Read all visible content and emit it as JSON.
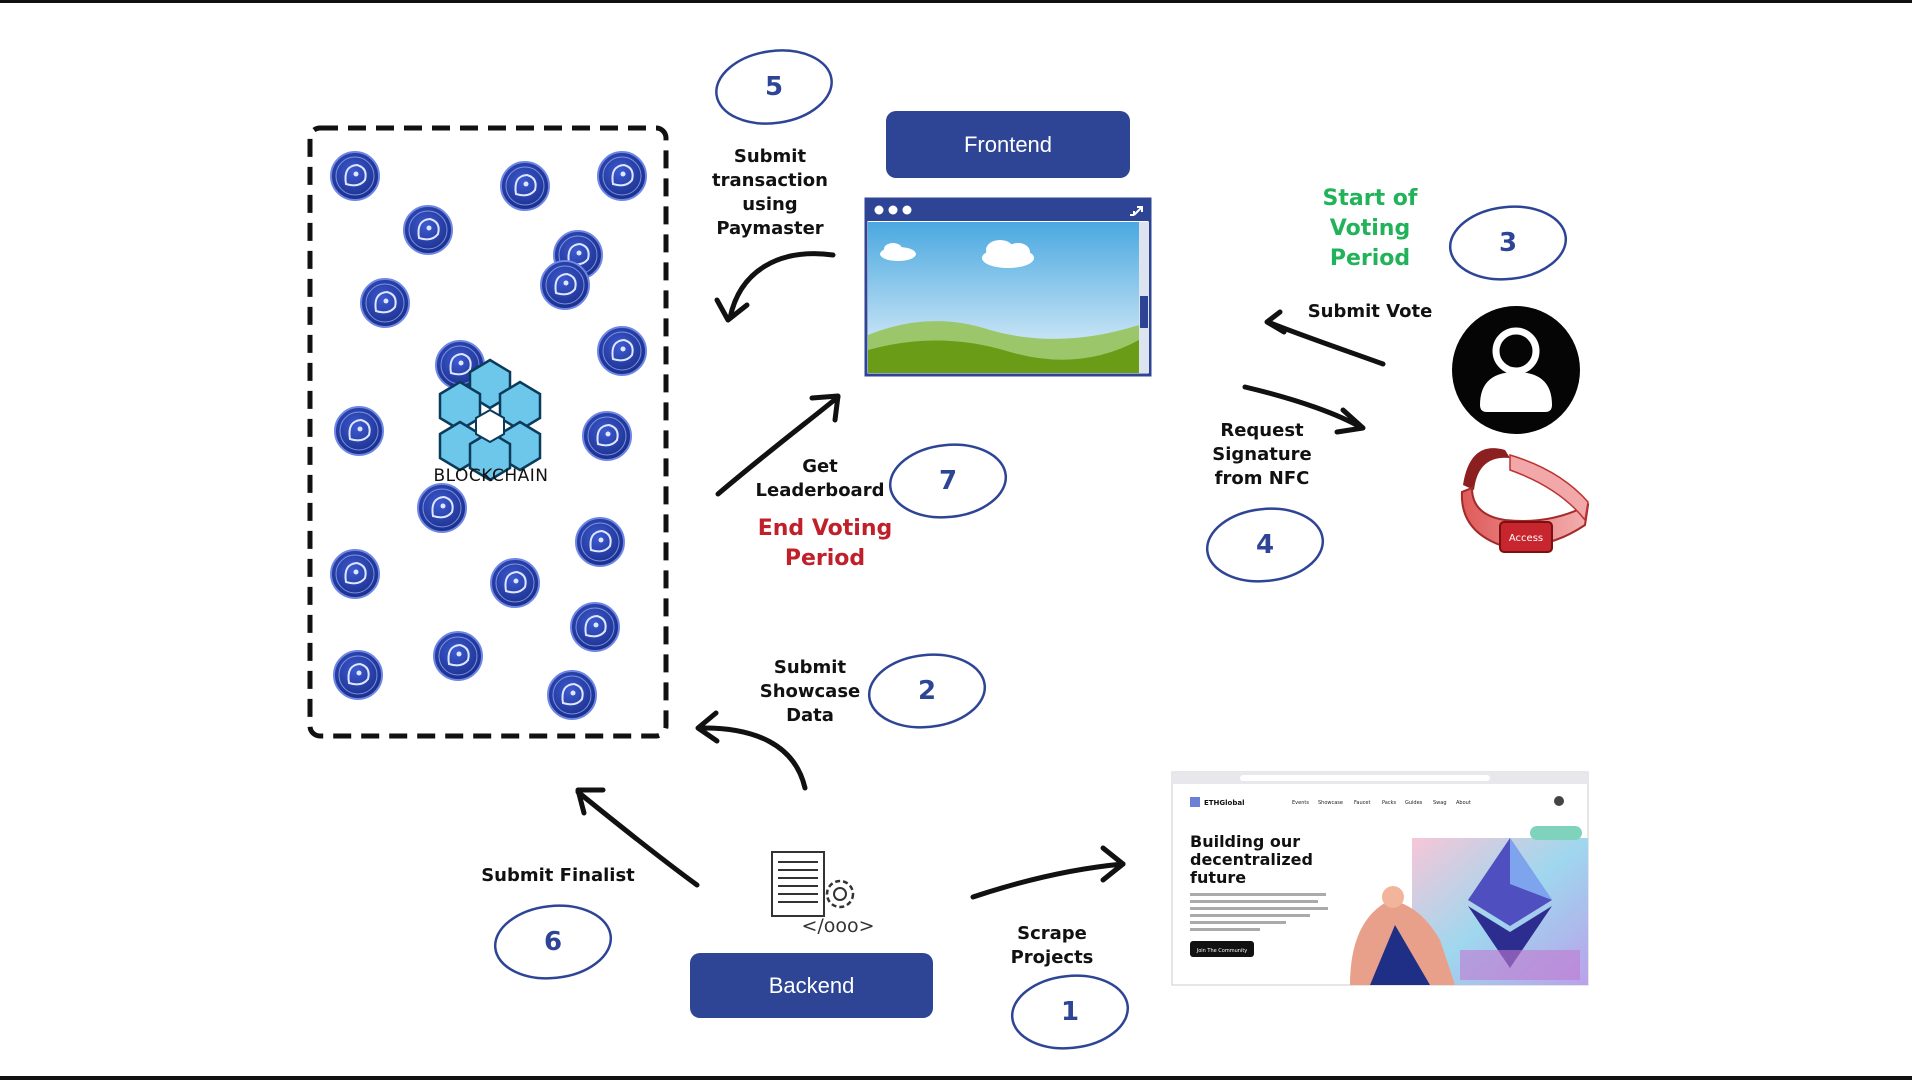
{
  "blockchain_label": "BLOCKCHAIN",
  "boxes": {
    "frontend": "Frontend",
    "backend": "Backend"
  },
  "steps": {
    "s1": {
      "num": "1",
      "lines": [
        "Scrape",
        "Projects"
      ]
    },
    "s2": {
      "num": "2",
      "lines": [
        "Submit",
        "Showcase",
        "Data"
      ]
    },
    "s3": {
      "num": "3",
      "lines": [
        "Submit Vote"
      ]
    },
    "s4": {
      "num": "4",
      "lines": [
        "Request",
        "Signature",
        "from NFC"
      ]
    },
    "s5": {
      "num": "5",
      "lines": [
        "Submit",
        "transaction",
        "using",
        "Paymaster"
      ]
    },
    "s6": {
      "num": "6",
      "lines": [
        "Submit Finalist"
      ]
    },
    "s7": {
      "num": "7",
      "lines": [
        "Get",
        "Leaderboard"
      ]
    }
  },
  "phases": {
    "start": [
      "Start of",
      "Voting",
      "Period"
    ],
    "end": [
      "End Voting",
      "Period"
    ]
  },
  "code_icon_text": "</ooo>",
  "wristband_text": "Access",
  "eth_page": {
    "logo": "ETHGlobal",
    "nav": [
      "Events",
      "Showcase",
      "Faucet",
      "Packs",
      "Guides",
      "Swag",
      "About"
    ],
    "headline": [
      "Building our",
      "decentralized",
      "future"
    ],
    "button": "Join The Community"
  },
  "colors": {
    "brand_blue": "#2e4596",
    "green": "#22b35a",
    "red": "#c0202a"
  }
}
